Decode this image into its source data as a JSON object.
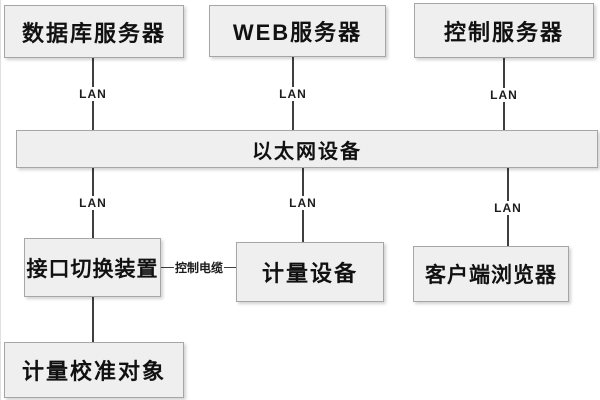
{
  "diagram": {
    "title": "network-metering-system-topology",
    "nodes": {
      "db_server": "数据库服务器",
      "web_server": "WEB服务器",
      "control_server": "控制服务器",
      "ethernet_device": "以太网设备",
      "interface_switch": "接口切换装置",
      "metering_device": "计量设备",
      "client_browser": "客户端浏览器",
      "calibration_object": "计量校准对象"
    },
    "edge_labels": {
      "lan": "LAN",
      "control_cable": "控制电缆"
    },
    "colors": {
      "background": "#ffffff",
      "box_fill": "#efefef",
      "box_border": "#a6a6a6",
      "line": "#3f3f3f",
      "text": "#111111"
    }
  }
}
